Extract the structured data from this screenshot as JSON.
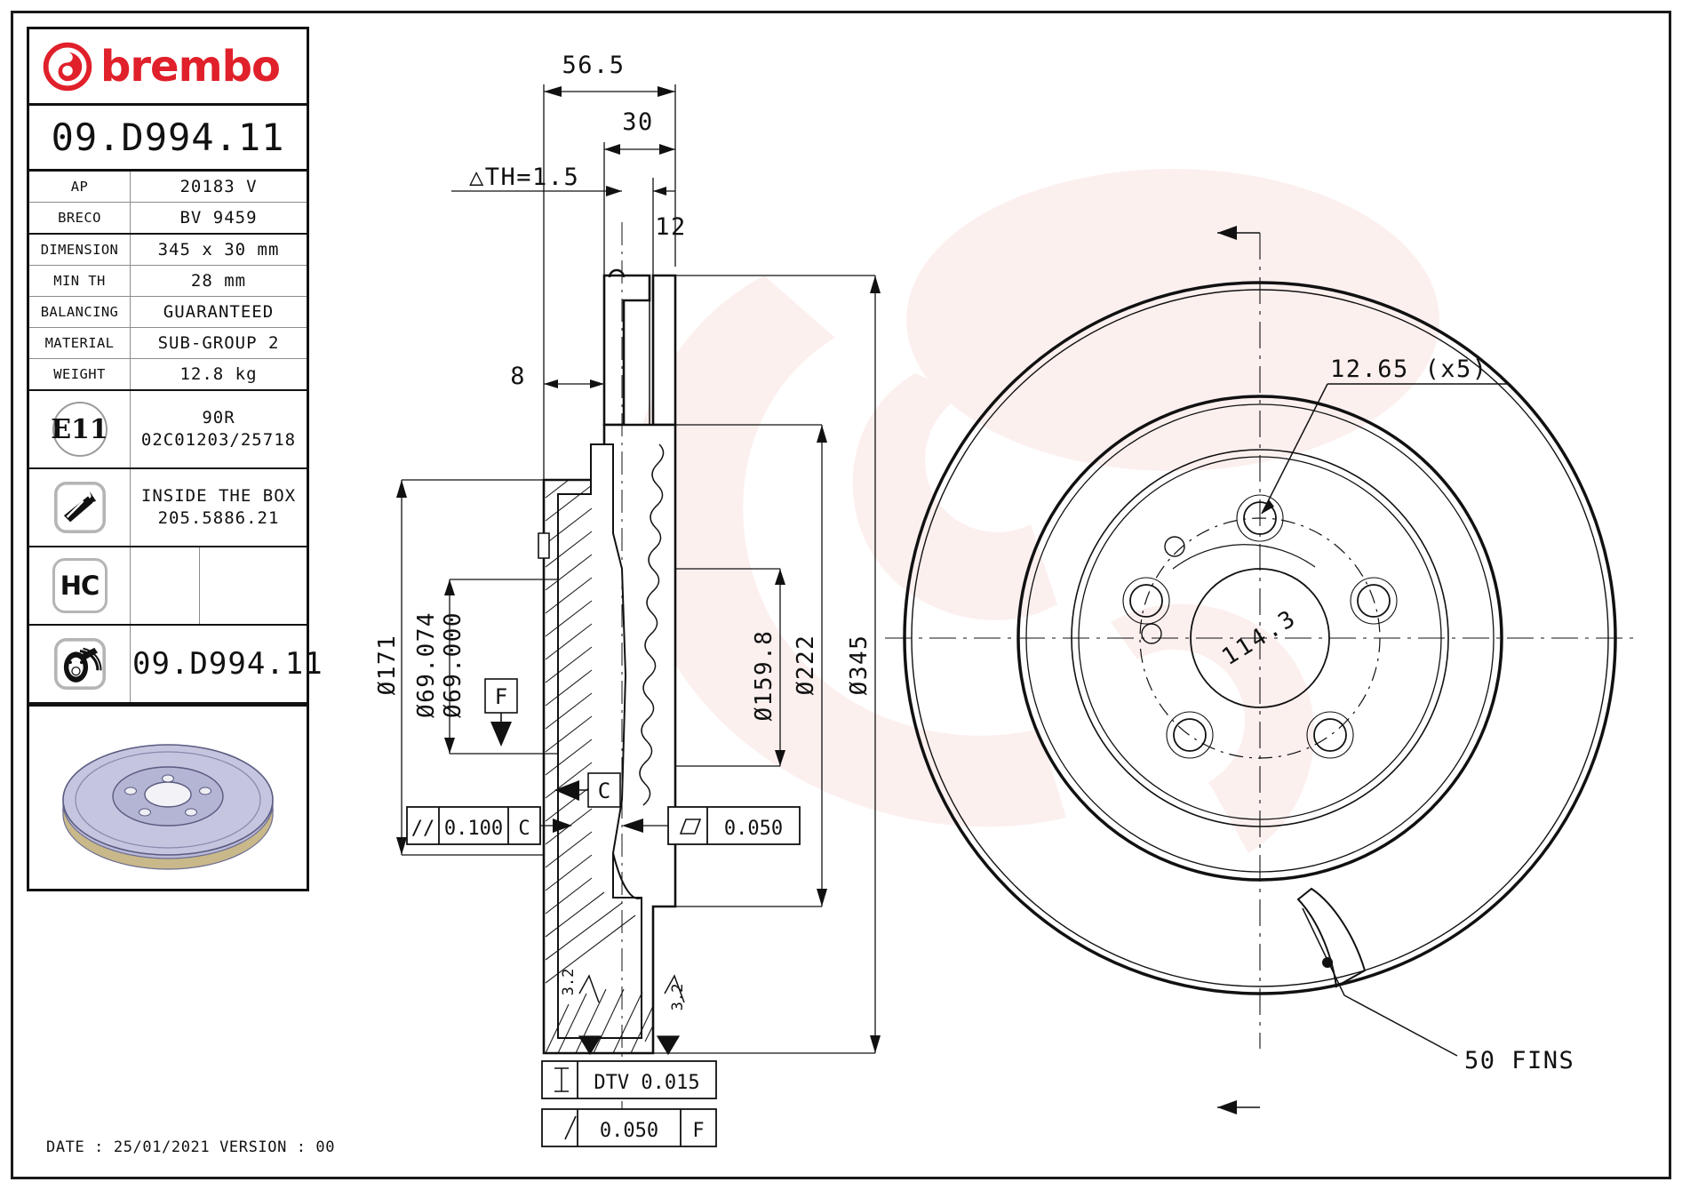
{
  "brand": {
    "name": "brembo",
    "logo_icon": "brembo-logo-icon",
    "color": "#e0202a"
  },
  "part_code": "09.D994.11",
  "spec_table": {
    "rows": [
      {
        "label": "AP",
        "value": "20183 V"
      },
      {
        "label": "BRECO",
        "value": "BV 9459"
      },
      {
        "label": "DIMENSION",
        "value": "345 x 30 mm"
      },
      {
        "label": "MIN TH",
        "value": "28 mm"
      },
      {
        "label": "BALANCING",
        "value": "GUARANTEED"
      },
      {
        "label": "MATERIAL",
        "value": "SUB-GROUP 2"
      },
      {
        "label": "WEIGHT",
        "value": "12.8 kg"
      }
    ],
    "homologation": {
      "icon": "e11-badge-icon",
      "badge": "E11",
      "line1": "90R",
      "line2": "02C01203/25718"
    },
    "screws": {
      "icon": "screw-icon",
      "line1": "INSIDE THE BOX",
      "line2": "205.5886.21"
    },
    "hc": {
      "icon": "hc-badge-icon",
      "badge": "HC"
    },
    "final": {
      "icon": "brake-disc-icon",
      "value": "09.D994.11"
    },
    "thumbnail": {
      "icon": "brake-disc-photo"
    }
  },
  "footer": {
    "date_label": "DATE :",
    "date": "25/01/2021",
    "version_label": "VERSION :",
    "version": "00"
  },
  "drawing": {
    "section_dimensions": [
      {
        "name": "overall-hat-width",
        "text": "56.5"
      },
      {
        "name": "disc-thickness",
        "text": "30"
      },
      {
        "name": "th-variation",
        "text": "△TH=1.5"
      },
      {
        "name": "inner-plate-thickness",
        "text": "12"
      },
      {
        "name": "hat-wall",
        "text": "8"
      },
      {
        "name": "outer-hat-diameter",
        "text": "Ø171"
      },
      {
        "name": "center-bore-upper",
        "text": "Ø69.074"
      },
      {
        "name": "center-bore-lower",
        "text": "Ø69.000"
      },
      {
        "name": "braking-band-inner-diameter",
        "text": "Ø159.8"
      },
      {
        "name": "inner-diameter-222",
        "text": "Ø222"
      },
      {
        "name": "outer-diameter-345",
        "text": "Ø345"
      }
    ],
    "surface_finish": [
      {
        "name": "roughness-left",
        "text": "3.2"
      },
      {
        "name": "roughness-right",
        "text": "3.2"
      }
    ],
    "datums": [
      {
        "name": "datum-f",
        "text": "F"
      },
      {
        "name": "datum-c",
        "text": "C"
      }
    ],
    "tolerance_frames": [
      {
        "name": "parallelism-frame",
        "symbol": "//",
        "value": "0.100",
        "datum": "C"
      },
      {
        "name": "flatness-frame",
        "symbol": "▱",
        "value": "0.050",
        "datum": ""
      },
      {
        "name": "dtv-frame",
        "symbol": "DTV",
        "value": "DTV 0.015",
        "datum": ""
      },
      {
        "name": "runout-frame",
        "symbol": "/",
        "value": "0.050",
        "datum": "F"
      }
    ],
    "face_view": [
      {
        "name": "bolt-hole-diameter",
        "text": "12.65 (x5)"
      },
      {
        "name": "pcd-label",
        "text": "114.3"
      },
      {
        "name": "fins-callout",
        "text": "50 FINS"
      }
    ]
  }
}
